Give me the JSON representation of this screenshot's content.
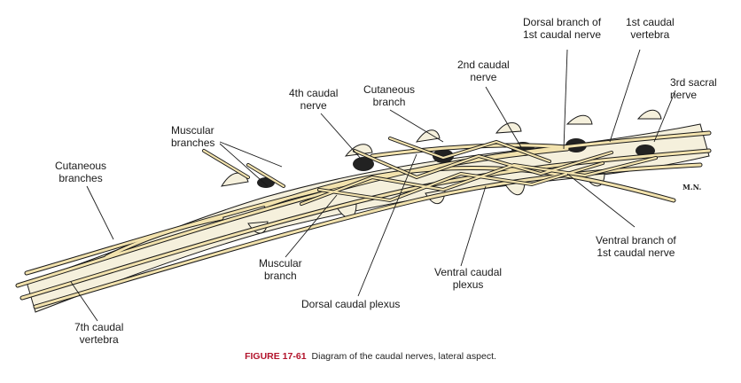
{
  "labels": {
    "dorsal_branch_1st": [
      "Dorsal branch of",
      "1st caudal nerve"
    ],
    "first_caudal_vertebra": [
      "1st caudal",
      "vertebra"
    ],
    "second_caudal_nerve": [
      "2nd caudal",
      "nerve"
    ],
    "third_sacral_nerve": [
      "3rd sacral",
      "nerve"
    ],
    "fourth_caudal_nerve": [
      "4th caudal",
      "nerve"
    ],
    "cutaneous_branch": [
      "Cutaneous",
      "branch"
    ],
    "muscular_branches": [
      "Muscular",
      "branches"
    ],
    "cutaneous_branches": [
      "Cutaneous",
      "branches"
    ],
    "ventral_branch_1st": [
      "Ventral branch of",
      "1st caudal nerve"
    ],
    "muscular_branch": [
      "Muscular",
      "branch"
    ],
    "ventral_caudal_plexus": [
      "Ventral caudal",
      "plexus"
    ],
    "dorsal_caudal_plexus": [
      "Dorsal caudal plexus"
    ],
    "seventh_caudal_vertebra": [
      "7th caudal",
      "vertebra"
    ]
  },
  "signature": "M.N.",
  "caption": {
    "figure": "FIGURE 17-61",
    "text": "Diagram of the caudal nerves, lateral aspect."
  },
  "colors": {
    "nerve": "#f2e2ad",
    "bone": "#f5f0dc",
    "ink": "#1a1a1a",
    "caption_accent": "#b2132b"
  }
}
